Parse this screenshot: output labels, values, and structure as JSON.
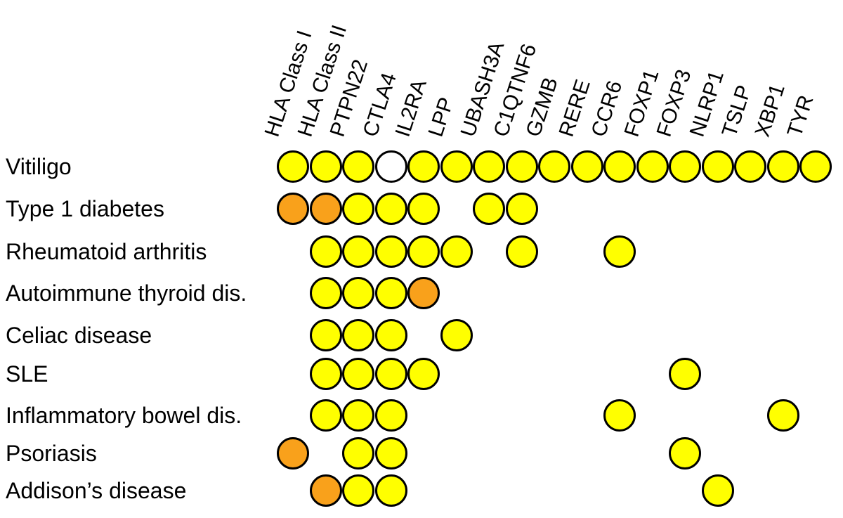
{
  "chart_data": {
    "type": "heatmap",
    "title": "",
    "xlabel": "",
    "ylabel": "",
    "legend_position": "none",
    "grid": false,
    "columns": [
      "HLA Class I",
      "HLA Class II",
      "PTPN22",
      "CTLA4",
      "IL2RA",
      "LPP",
      "UBASH3A",
      "C1QTNF6",
      "GZMB",
      "RERE",
      "CCR6",
      "FOXP1",
      "FOXP3",
      "NLRP1",
      "TSLP",
      "XBP1",
      "TYR"
    ],
    "rows": [
      {
        "label": "Vitiligo",
        "cells": [
          "yellow",
          "yellow",
          "yellow",
          "white",
          "yellow",
          "yellow",
          "yellow",
          "yellow",
          "yellow",
          "yellow",
          "yellow",
          "yellow",
          "yellow",
          "yellow",
          "yellow",
          "yellow",
          "yellow"
        ]
      },
      {
        "label": "Type 1 diabetes",
        "cells": [
          "orange",
          "orange",
          "yellow",
          "yellow",
          "yellow",
          null,
          "yellow",
          "yellow",
          null,
          null,
          null,
          null,
          null,
          null,
          null,
          null,
          null
        ]
      },
      {
        "label": "Rheumatoid arthritis",
        "cells": [
          null,
          "yellow",
          "yellow",
          "yellow",
          "yellow",
          "yellow",
          null,
          "yellow",
          null,
          null,
          "yellow",
          null,
          null,
          null,
          null,
          null,
          null
        ]
      },
      {
        "label": "Autoimmune thyroid dis.",
        "cells": [
          null,
          "yellow",
          "yellow",
          "yellow",
          "orange",
          null,
          null,
          null,
          null,
          null,
          null,
          null,
          null,
          null,
          null,
          null,
          null
        ]
      },
      {
        "label": "Celiac disease",
        "cells": [
          null,
          "yellow",
          "yellow",
          "yellow",
          null,
          "yellow",
          null,
          null,
          null,
          null,
          null,
          null,
          null,
          null,
          null,
          null,
          null
        ]
      },
      {
        "label": "SLE",
        "cells": [
          null,
          "yellow",
          "yellow",
          "yellow",
          "yellow",
          null,
          null,
          null,
          null,
          null,
          null,
          null,
          "yellow",
          null,
          null,
          null,
          null
        ]
      },
      {
        "label": "Inflammatory bowel dis.",
        "cells": [
          null,
          "yellow",
          "yellow",
          "yellow",
          null,
          null,
          null,
          null,
          null,
          null,
          "yellow",
          null,
          null,
          null,
          null,
          "yellow",
          null
        ]
      },
      {
        "label": "Psoriasis",
        "cells": [
          "orange",
          null,
          "yellow",
          "yellow",
          null,
          null,
          null,
          null,
          null,
          null,
          null,
          null,
          "yellow",
          null,
          null,
          null,
          null
        ]
      },
      {
        "label": "Addison’s disease",
        "cells": [
          null,
          "orange",
          "yellow",
          "yellow",
          null,
          null,
          null,
          null,
          null,
          null,
          null,
          null,
          null,
          "yellow",
          null,
          null,
          null
        ]
      }
    ],
    "colors": {
      "yellow": "#FFFF00",
      "orange": "#F9A11B",
      "white": "#FFFFFF",
      "outline": "#000000"
    }
  }
}
